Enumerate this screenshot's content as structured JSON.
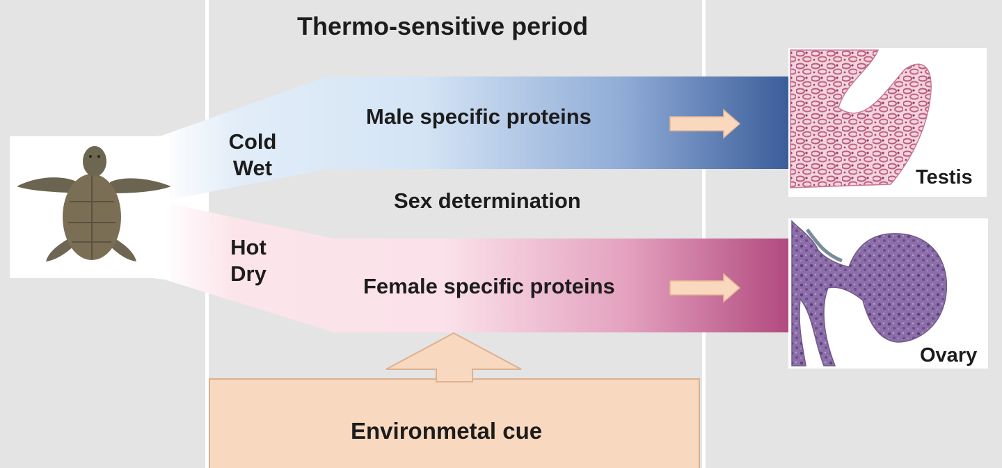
{
  "title": "Thermo-sensitive period",
  "male_branch": {
    "condition_lines": [
      "Cold",
      "Wet"
    ],
    "label": "Male specific proteins",
    "outcome": "Testis",
    "color": "#3e5f9c"
  },
  "female_branch": {
    "condition_lines": [
      "Hot",
      "Dry"
    ],
    "label": "Female specific proteins",
    "outcome": "Ovary",
    "color": "#b54a80"
  },
  "middle_label": "Sex determination",
  "cue_label": "Environmetal cue",
  "colors": {
    "background": "#e4e4e4",
    "divider": "#ffffff",
    "peach": "#f8d8bd",
    "peach_border": "#dcae8c",
    "male_light": "#dbe8f6",
    "female_light": "#fbe6ec"
  },
  "icons": {
    "hatchling": "sea-turtle-hatchling-icon",
    "testis_image": "testis-histology-icon",
    "ovary_image": "ovary-histology-icon"
  }
}
